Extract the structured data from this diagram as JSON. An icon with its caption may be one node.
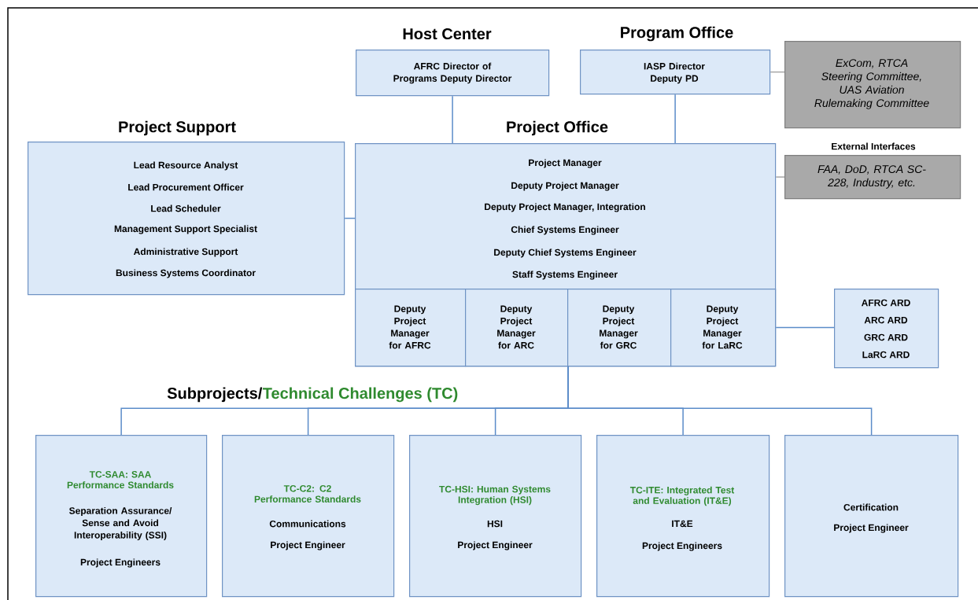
{
  "diagram": {
    "nodes": [
      {
        "text": [
          "Host Center",
          "AFRC Director of Programs Deputy Director"
        ]
      },
      {
        "text": [
          "Program Office",
          "IASP Director Deputy PD"
        ]
      },
      {
        "text": [
          "ExCom, RTCA Steering Committee, UAS Aviation Rulemaking Committee"
        ]
      },
      {
        "text": [
          "Project Support",
          "Lead Resource Analyst",
          "Lead Procurement Officer",
          "Lead Scheduler",
          "Management Support Specialist",
          "Administrative Support",
          "Business Systems Coordinator"
        ]
      },
      {
        "text": [
          "Project Office",
          "Project Manager",
          "Deputy Project Manager",
          "Deputy Project Manager, Integration",
          "Chief Systems Engineer",
          "Deputy Chief Systems Engineer",
          "Staff Systems Engineer"
        ]
      },
      {
        "text": [
          "Deputy Project Manager for AFRC"
        ],
        "in": 4
      },
      {
        "text": [
          "Deputy Project Manager for ARC"
        ],
        "in": 4
      },
      {
        "text": [
          "Deputy Project Manager for GRC"
        ],
        "in": 4
      },
      {
        "text": [
          "Deputy Project Manager for LaRC"
        ],
        "in": 4
      },
      {
        "text": [
          "External Interfaces",
          "FAA, DoD, RTCA SC-228, Industry, etc."
        ]
      },
      {
        "text": [
          "AFRC ARD",
          "ARC ARD",
          "GRC ARD",
          "LaRC ARD"
        ]
      },
      {
        "text": [
          "TC-SAA: SAA Performance Standards",
          "Separation Assurance/ Sense and Avoid Interoperability (SSI)",
          "Project Engineers"
        ]
      },
      {
        "text": [
          "TC-C2: C2 Performance Standards",
          "Communications",
          "Project Engineer"
        ]
      },
      {
        "text": [
          "TC-HSI: Human Systems Integration (HSI)",
          "HSI",
          "Project Engineer"
        ]
      },
      {
        "text": [
          "TC-ITE: Integrated Test and Evaluation (IT&E)",
          "IT&E",
          "Project Engineers"
        ]
      },
      {
        "text": [
          "Certification",
          "Project Engineer"
        ]
      }
    ],
    "edges": [
      {
        "from": 0,
        "to": 4,
        "arrow": "none"
      },
      {
        "from": 1,
        "to": 4,
        "arrow": "none"
      },
      {
        "from": 1,
        "to": 2,
        "arrow": "none",
        "color": "#a6a6a6"
      },
      {
        "from": 3,
        "to": 4,
        "arrow": "none"
      },
      {
        "from": 9,
        "to": 4,
        "arrow": "none",
        "color": "#a6a6a6"
      },
      {
        "from": 8,
        "to": 10,
        "arrow": "none"
      },
      {
        "from": 4,
        "to": 11,
        "arrow": "none"
      },
      {
        "from": 4,
        "to": 12,
        "arrow": "none"
      },
      {
        "from": 4,
        "to": 13,
        "arrow": "none"
      },
      {
        "from": 4,
        "to": 14,
        "arrow": "none"
      },
      {
        "from": 4,
        "to": 15,
        "arrow": "none"
      }
    ],
    "labels": [
      "Subprojects/",
      "Technical Challenges (TC)"
    ]
  }
}
